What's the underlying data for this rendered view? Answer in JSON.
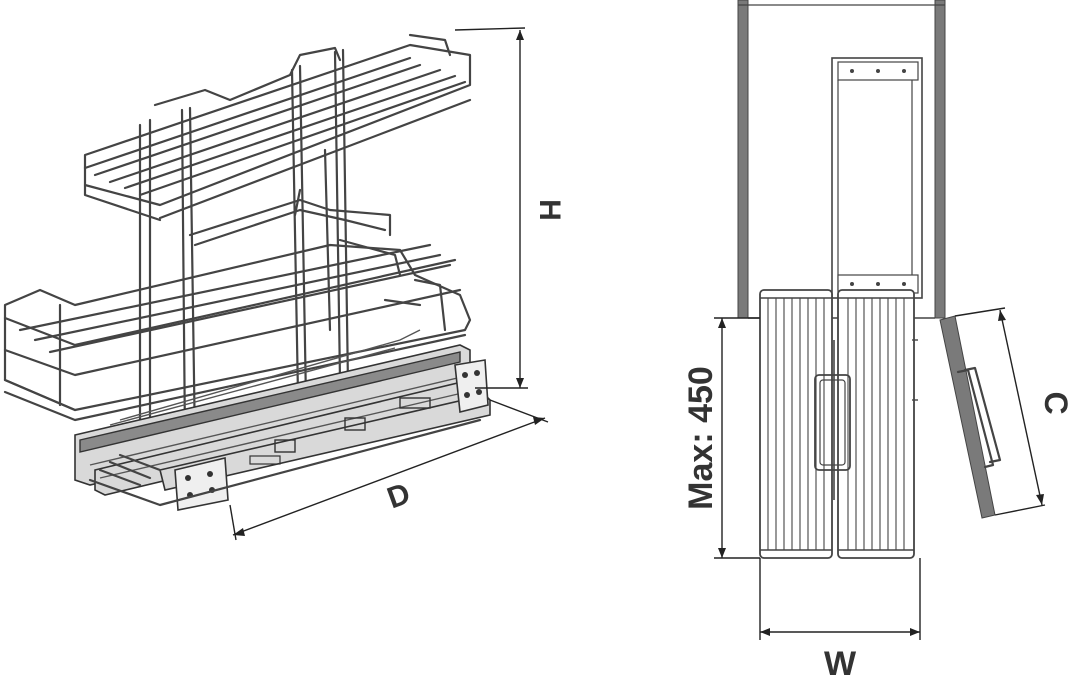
{
  "labels": {
    "height": "H",
    "depth": "D",
    "max_opening": "Max: 450",
    "width": "W",
    "clearance": "C"
  },
  "colors": {
    "line": "#444444",
    "cabinet": "#7a7a7a",
    "rail": "#d9d9d9",
    "text": "#333333"
  }
}
